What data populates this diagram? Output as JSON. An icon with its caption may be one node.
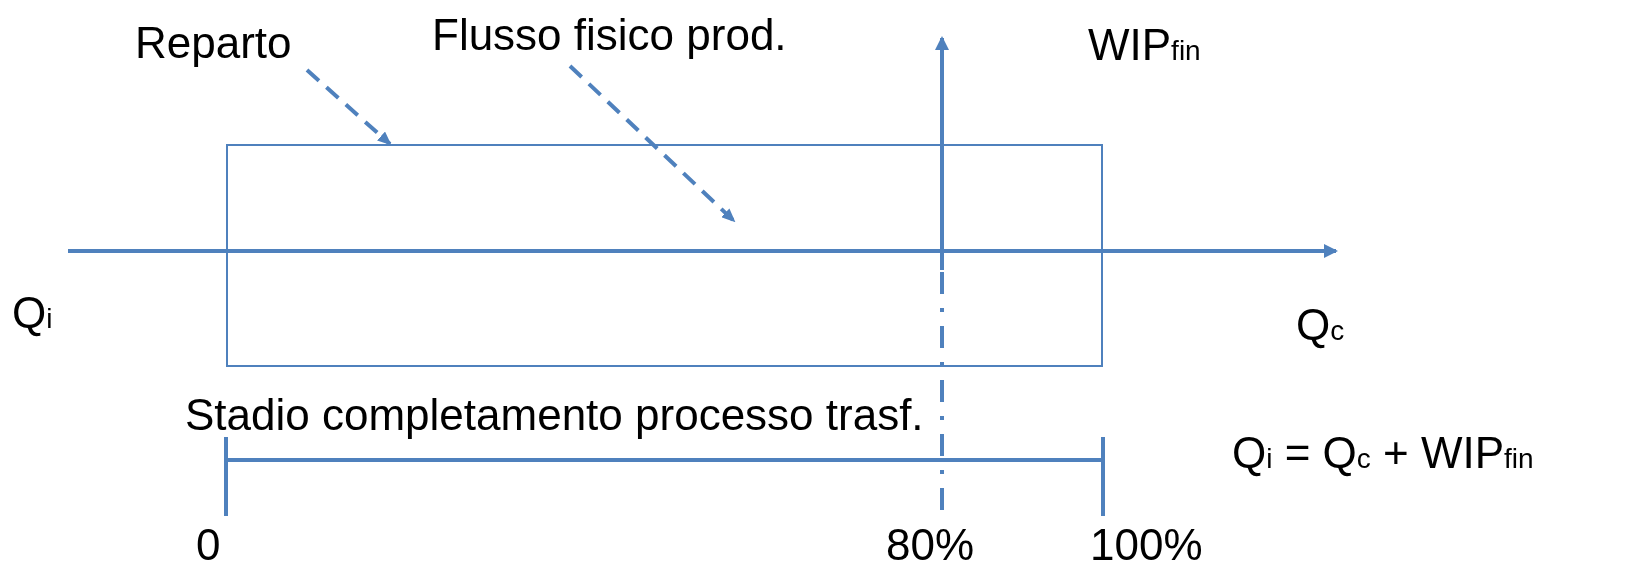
{
  "diagram": {
    "nodes": [
      {
        "text": [
          "Reparto"
        ]
      },
      {
        "text": [],
        "shape": "box"
      },
      {
        "text": [
          "Flusso fisico prod."
        ]
      }
    ],
    "edges": [
      {
        "from": 0,
        "to": 1,
        "arrow": "to",
        "style": "dashed"
      },
      {
        "from": 2,
        "to": 1,
        "arrow": "to",
        "style": "dashed"
      }
    ],
    "labels": [
      "WIP$_{fin}$",
      "Q$_{i}$",
      "Q$_{c}$",
      "Stadio completamento processo trasf.",
      "Q$_{i}$ = Q$_{c}$ + WIP$_{fin}$",
      "0",
      "80%",
      "100%"
    ]
  }
}
